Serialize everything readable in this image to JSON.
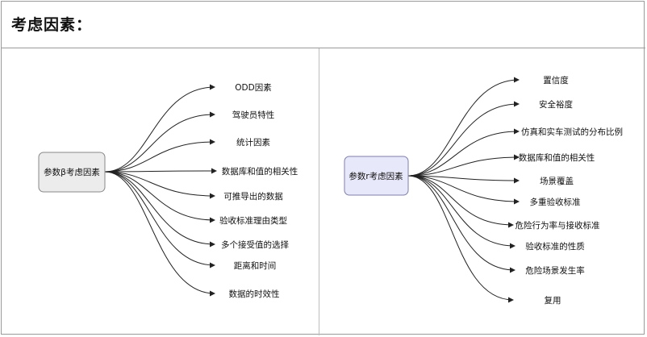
{
  "header": {
    "title": "考虑因素："
  },
  "diagram_left": {
    "root": "参数β考虑因素",
    "branches": [
      "ODD因素",
      "驾驶员特性",
      "统计因素",
      "数据库和值的相关性",
      "可推导出的数据",
      "验收标准理由类型",
      "多个接受值的选择",
      "距离和时间",
      "数据的时效性"
    ]
  },
  "diagram_right": {
    "root": "参数r考虑因素",
    "branches": [
      "置信度",
      "安全裕度",
      "仿真和实车测试的分布比例",
      "数据库和值的相关性",
      "场景覆盖",
      "多重验收标准",
      "危险行为率与接收标准",
      "验收标准的性质",
      "危险场景发生率",
      "复用"
    ]
  },
  "colors": {
    "left_root_fill": "#ececec",
    "right_root_fill": "#e8e8fb",
    "edge": "#222222",
    "border": "#9a9a9a"
  }
}
